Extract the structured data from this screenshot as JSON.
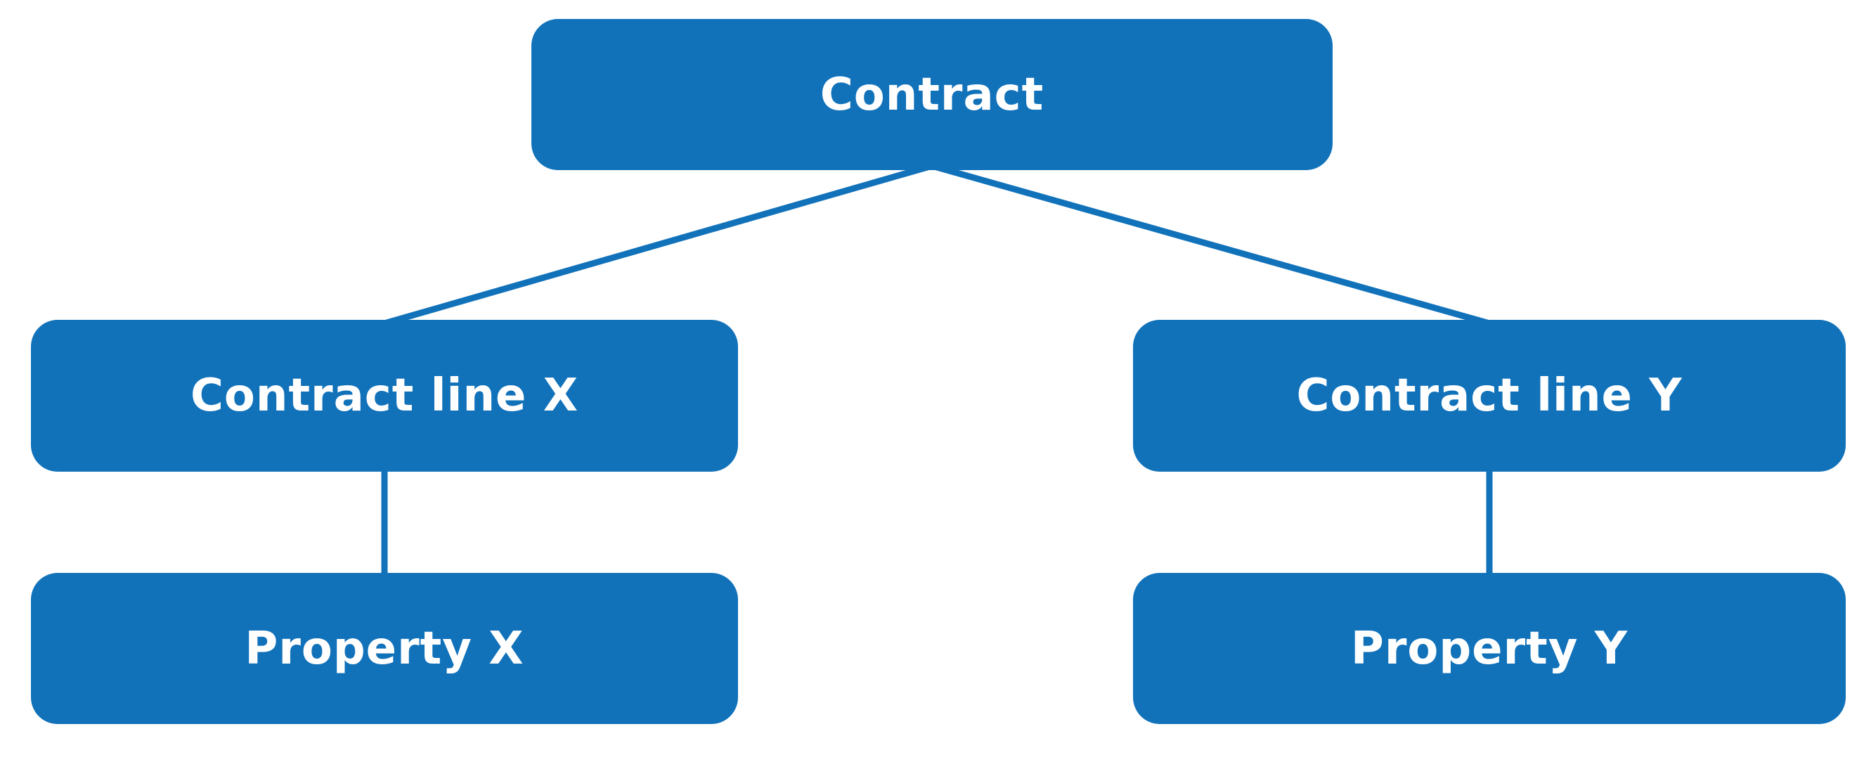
{
  "diagram": {
    "type": "tree",
    "background_color": "#ffffff",
    "node_fill_color": "#1172ba",
    "node_text_color": "#ffffff",
    "connector_color": "#1172ba",
    "nodes": [
      {
        "id": "contract",
        "label": "Contract",
        "level": 0
      },
      {
        "id": "contract-line-x",
        "label": "Contract line X",
        "level": 1
      },
      {
        "id": "contract-line-y",
        "label": "Contract line Y",
        "level": 1
      },
      {
        "id": "property-x",
        "label": "Property X",
        "level": 2
      },
      {
        "id": "property-y",
        "label": "Property Y",
        "level": 2
      }
    ],
    "edges": [
      {
        "from": "contract",
        "to": "contract-line-x"
      },
      {
        "from": "contract",
        "to": "contract-line-y"
      },
      {
        "from": "contract-line-x",
        "to": "property-x"
      },
      {
        "from": "contract-line-y",
        "to": "property-y"
      }
    ]
  }
}
